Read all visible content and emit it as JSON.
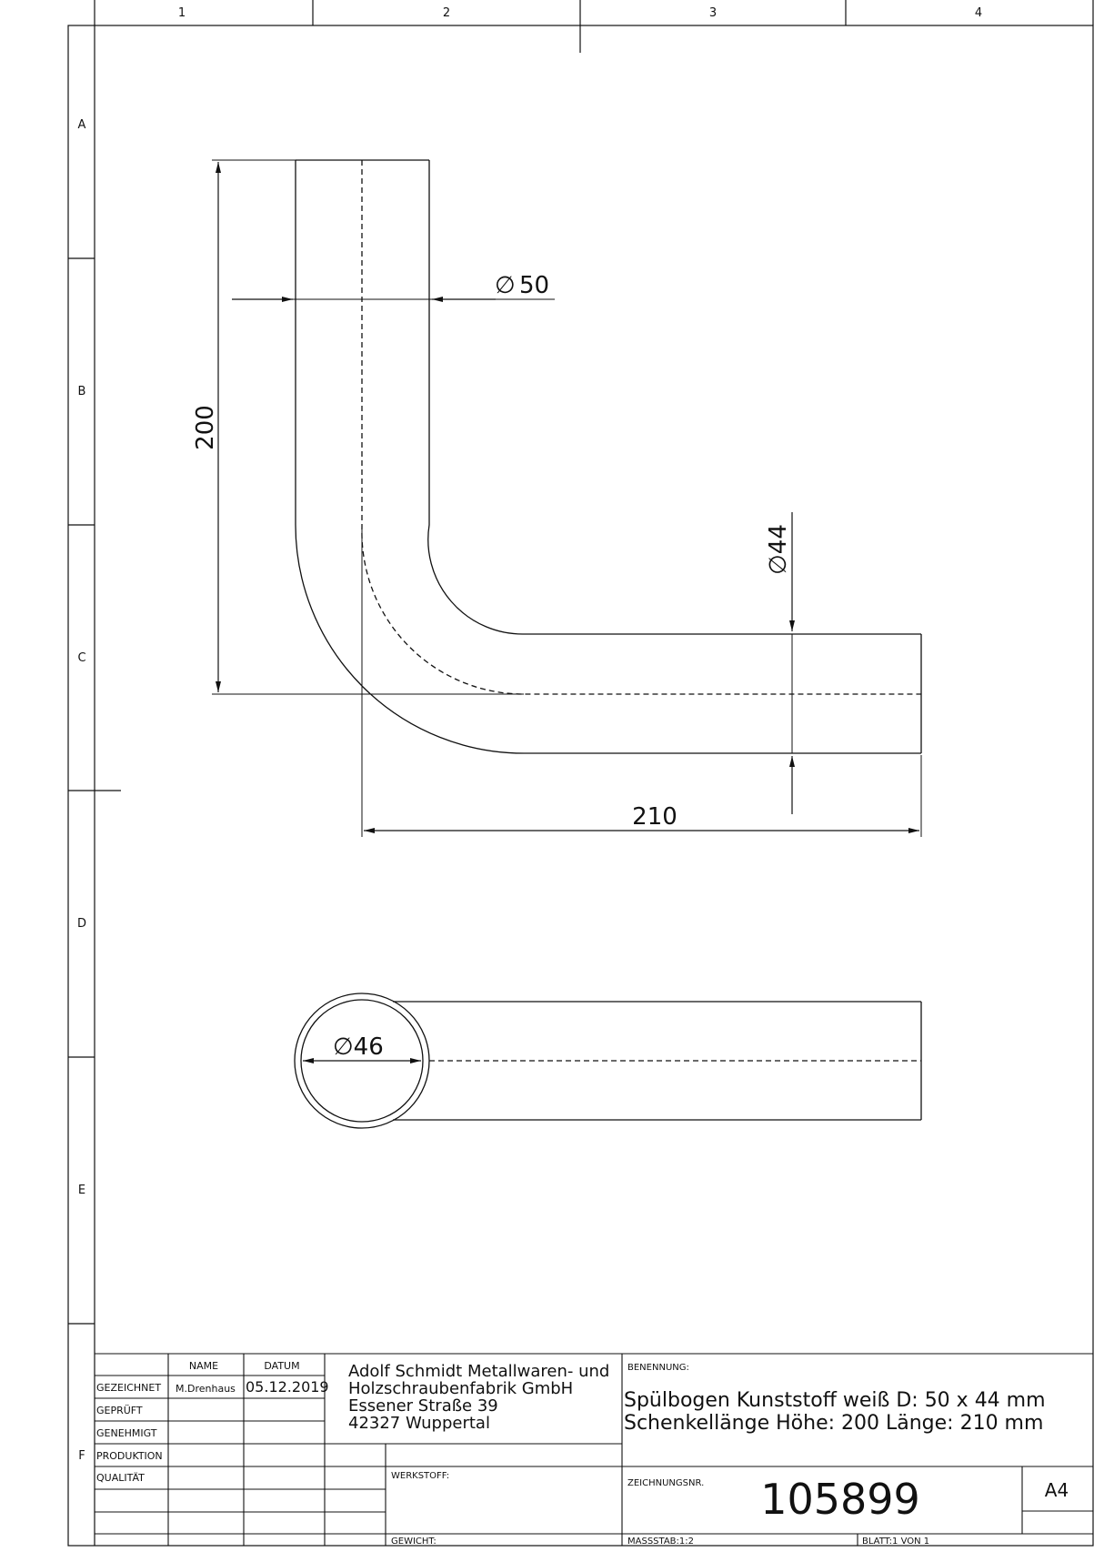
{
  "grid": {
    "columns": [
      "1",
      "2",
      "3",
      "4"
    ],
    "rows": [
      "A",
      "B",
      "C",
      "D",
      "E",
      "F"
    ]
  },
  "dimensions": {
    "outer_diameter": "50",
    "inner_diameter_side": "44",
    "inner_diameter_end": "46",
    "height": "200",
    "length": "210",
    "diameter_symbol": "∅"
  },
  "title_block": {
    "col_name": "NAME",
    "col_date": "DATUM",
    "rows": [
      {
        "label": "GEZEICHNET",
        "name": "M.Drenhaus",
        "date": "05.12.2019"
      },
      {
        "label": "GEPRÜFT",
        "name": "",
        "date": ""
      },
      {
        "label": "GENEHMIGT",
        "name": "",
        "date": ""
      },
      {
        "label": "PRODUKTION",
        "name": "",
        "date": ""
      },
      {
        "label": "QUALITÄT",
        "name": "",
        "date": ""
      }
    ],
    "company": [
      "Adolf Schmidt Metallwaren- und",
      "Holzschraubenfabrik GmbH",
      "Essener Straße 39",
      "42327 Wuppertal"
    ],
    "benennung_label": "BENENNUNG:",
    "benennung": [
      "Spülbogen Kunststoff weiß D: 50 x 44 mm",
      "Schenkellänge Höhe: 200 Länge: 210 mm"
    ],
    "werkstoff_label": "WERKSTOFF:",
    "gewicht_label": "GEWICHT:",
    "zeichnungsnr_label": "ZEICHNUNGSNR.",
    "zeichnungsnr": "105899",
    "format": "A4",
    "massstab": "MASSSTAB:1:2",
    "blatt": "BLATT:1 VON 1"
  }
}
